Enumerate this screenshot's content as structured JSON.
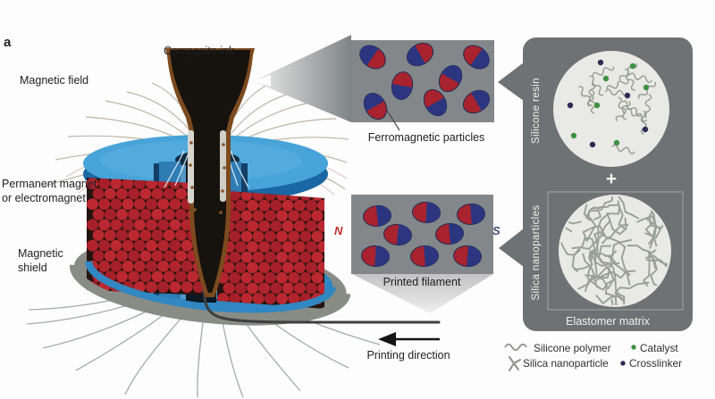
{
  "figure": {
    "panel_label": "a",
    "colors": {
      "particle_red": "#a8232e",
      "particle_blue": "#2c3680",
      "north_red": "#c13328",
      "south_blue": "#3d4f72",
      "catalyst_green": "#3f9243",
      "crosslinker_navy": "#2b2d56",
      "panel_gray": "#6e7274",
      "inset_gray": "#83878a"
    },
    "printer": {
      "labels": {
        "composite_ink": "Composite ink",
        "magnetic_field": "Magnetic field",
        "permanent_magnet_line1": "Permanent magnet",
        "permanent_magnet_line2": "or electromagnet",
        "magnetic_shield_line1": "Magnetic",
        "magnetic_shield_line2": "shield",
        "printing_direction": "Printing direction"
      }
    },
    "insets": {
      "top": {
        "label": "Ferromagnetic particles"
      },
      "bottom": {
        "label": "Printed filament",
        "north": "N",
        "south": "S"
      }
    },
    "materials_panel": {
      "resin_label": "Silicone resin",
      "nanoparticles_label": "Silica nanoparticles",
      "plus": "+",
      "matrix_label": "Elastomer matrix"
    },
    "legend": {
      "items": [
        {
          "icon": "silicone-polymer-squiggle-icon",
          "label": "Silicone polymer"
        },
        {
          "icon": "catalyst-dot-icon",
          "label": "Catalyst"
        },
        {
          "icon": "silica-nanoparticle-branch-icon",
          "label": "Silica nanoparticle"
        },
        {
          "icon": "crosslinker-dot-icon",
          "label": "Crosslinker"
        }
      ]
    }
  }
}
